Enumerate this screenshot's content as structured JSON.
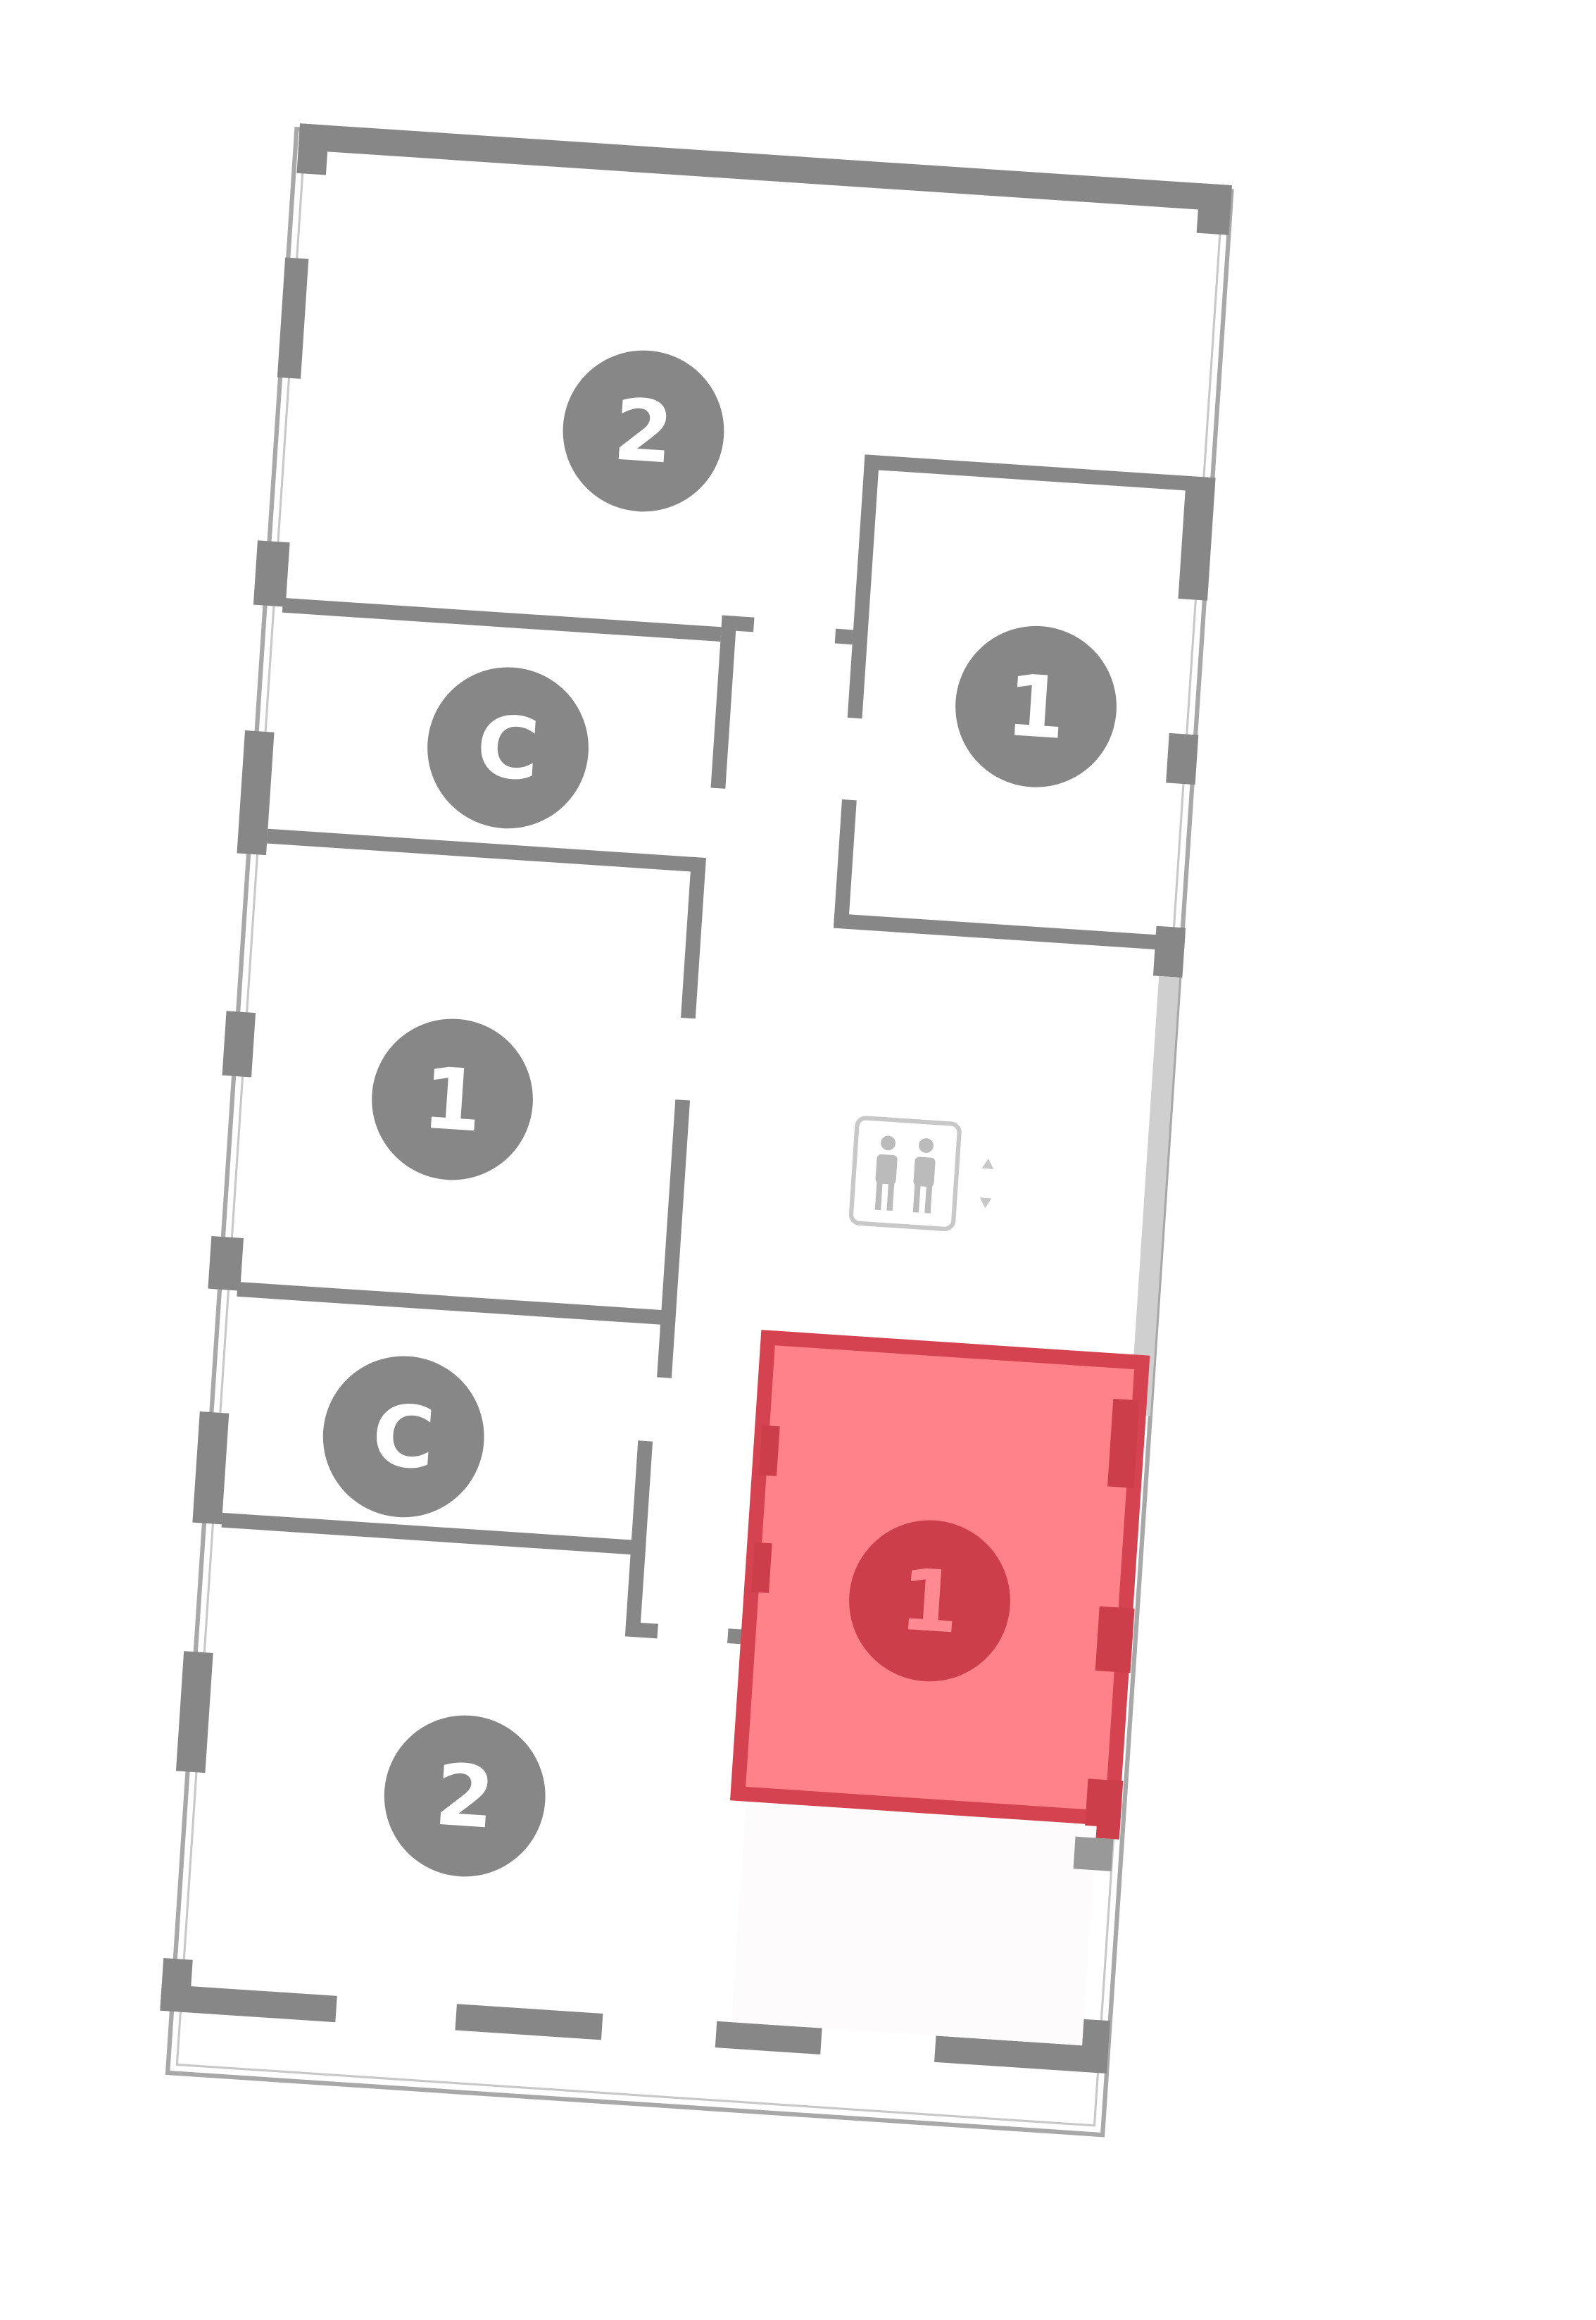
{
  "plan": {
    "colors": {
      "wall": "#878787",
      "thin_wall": "#a8a8a8",
      "badge_fill": "#878787",
      "badge_text": "#ffffff",
      "selected_fill": "#ff7a83",
      "selected_stroke": "#d4434f",
      "selected_badge": "#cc3e4a",
      "elevator_icon": "#c4c4c4",
      "glass_wall": "#cfcfcf"
    },
    "rooms": [
      {
        "id": "room-2-top",
        "badge": "2",
        "selected": false
      },
      {
        "id": "room-c-upper",
        "badge": "C",
        "selected": false
      },
      {
        "id": "room-1-right",
        "badge": "1",
        "selected": false
      },
      {
        "id": "room-1-left",
        "badge": "1",
        "selected": false
      },
      {
        "id": "room-c-lower",
        "badge": "C",
        "selected": false
      },
      {
        "id": "room-1-selected",
        "badge": "1",
        "selected": true
      },
      {
        "id": "room-2-bottom",
        "badge": "2",
        "selected": false
      }
    ],
    "icons": {
      "elevator": "elevator-icon",
      "elevator_arrows": "elevator-arrows-icon"
    }
  }
}
